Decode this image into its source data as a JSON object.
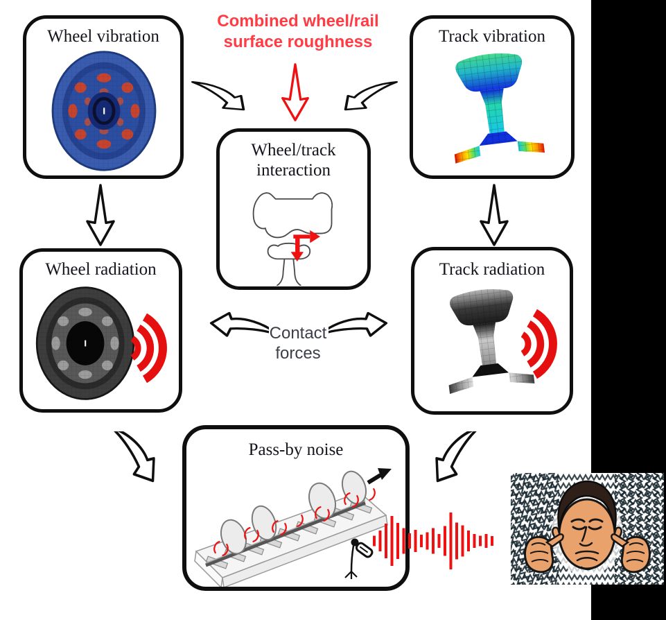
{
  "diagram": {
    "boxes": {
      "wheel_vibration": "Wheel vibration",
      "track_vibration": "Track vibration",
      "interaction_line1": "Wheel/track",
      "interaction_line2": "interaction",
      "wheel_radiation": "Wheel radiation",
      "track_radiation": "Track radiation",
      "passby": "Pass-by noise"
    },
    "labels": {
      "roughness_line1": "Combined wheel/rail",
      "roughness_line2": "surface roughness",
      "contact_line1": "Contact",
      "contact_line2": "forces"
    },
    "colors": {
      "red": "#ee1111",
      "red_text": "#ff3b44",
      "border": "#0f0f0f",
      "title_text": "#14141d",
      "contact_text": "#3c3f49"
    },
    "passby_waveform": [
      15,
      30,
      50,
      72,
      52,
      37,
      22,
      32,
      18,
      25,
      37,
      20,
      43,
      82,
      53,
      45,
      30,
      20,
      15,
      20,
      14
    ],
    "icons": {
      "roughness-arrow-icon": "hollow-down-arrow-red",
      "flow-down-arrow-icon": "hollow-down-arrow-black",
      "curved-flow-arrow-icon": "hollow-swoosh-arrow",
      "sound-waves-icon": "three-red-arcs",
      "microphone-icon": "mic-with-tripod",
      "train-direction-arrow-icon": "solid-black-arrow-up-right"
    }
  }
}
